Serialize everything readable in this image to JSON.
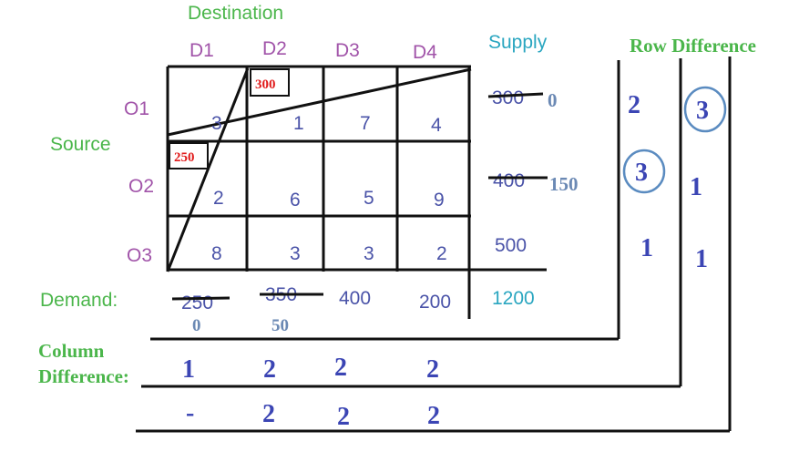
{
  "header": {
    "destination": "Destination",
    "supply": "Supply",
    "row_difference": "Row Difference",
    "source": "Source",
    "demand": "Demand:",
    "column_difference_line1": "Column",
    "column_difference_line2": "Difference:"
  },
  "columns": [
    "D1",
    "D2",
    "D3",
    "D4"
  ],
  "rows": [
    "O1",
    "O2",
    "O3"
  ],
  "costs": [
    [
      "3",
      "1",
      "7",
      "4"
    ],
    [
      "2",
      "6",
      "5",
      "9"
    ],
    [
      "8",
      "3",
      "3",
      "2"
    ]
  ],
  "allocations": {
    "o1_d2": "300",
    "o2_d1": "250"
  },
  "supply": [
    {
      "old": "300",
      "new": "0"
    },
    {
      "old": "400",
      "new": "150"
    },
    {
      "old": "500",
      "new": ""
    }
  ],
  "total": "1200",
  "demand": [
    {
      "old": "250",
      "new": "0"
    },
    {
      "old": "350",
      "new": "50"
    },
    {
      "old": "400",
      "new": ""
    },
    {
      "old": "200",
      "new": ""
    }
  ],
  "row_difference_1": [
    "2",
    "3",
    "1"
  ],
  "row_difference_2": [
    "3",
    "1",
    "1"
  ],
  "column_difference_1": [
    "1",
    "2",
    "2",
    "2"
  ],
  "column_difference_2": [
    "-",
    "2",
    "2",
    "2"
  ],
  "colors": {
    "green": "#4bb64b",
    "purple": "#a154a9",
    "blue": "#4a53a8",
    "bold_blue": "#3b45b4",
    "teal": "#2aa6c0",
    "red": "#e11b1b",
    "circle": "#5a8bc0"
  }
}
